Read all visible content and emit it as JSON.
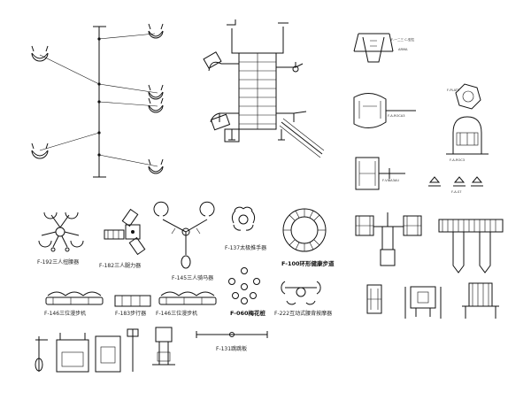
{
  "labels": {
    "f192": "F-192三人扭腰器",
    "f182": "F-182三人腿力器",
    "f145": "F-145三人骑马器",
    "f137": "F-137太极推手器",
    "f100": "F-100环形健康步道",
    "f146_walker": "F-146三位漫步机",
    "f183": "F-183步行器",
    "f146_walker2": "F-146三位漫步机",
    "f060": "F-060梅花桩",
    "f222": "F-222互动式腰背按摩器",
    "f131": "F-131跳跳板"
  },
  "tiny_labels": {
    "arch": "F-一二三 C-型拉",
    "arch_sub": "ARMA",
    "row": "F-A-ROCA3",
    "ring": "F-PLATE",
    "arc": "F-A-ROC3",
    "bike": "F-VIBA3AU",
    "small": "F-A-S7"
  },
  "colors": {
    "ink": "#111111",
    "background": "#ffffff"
  }
}
